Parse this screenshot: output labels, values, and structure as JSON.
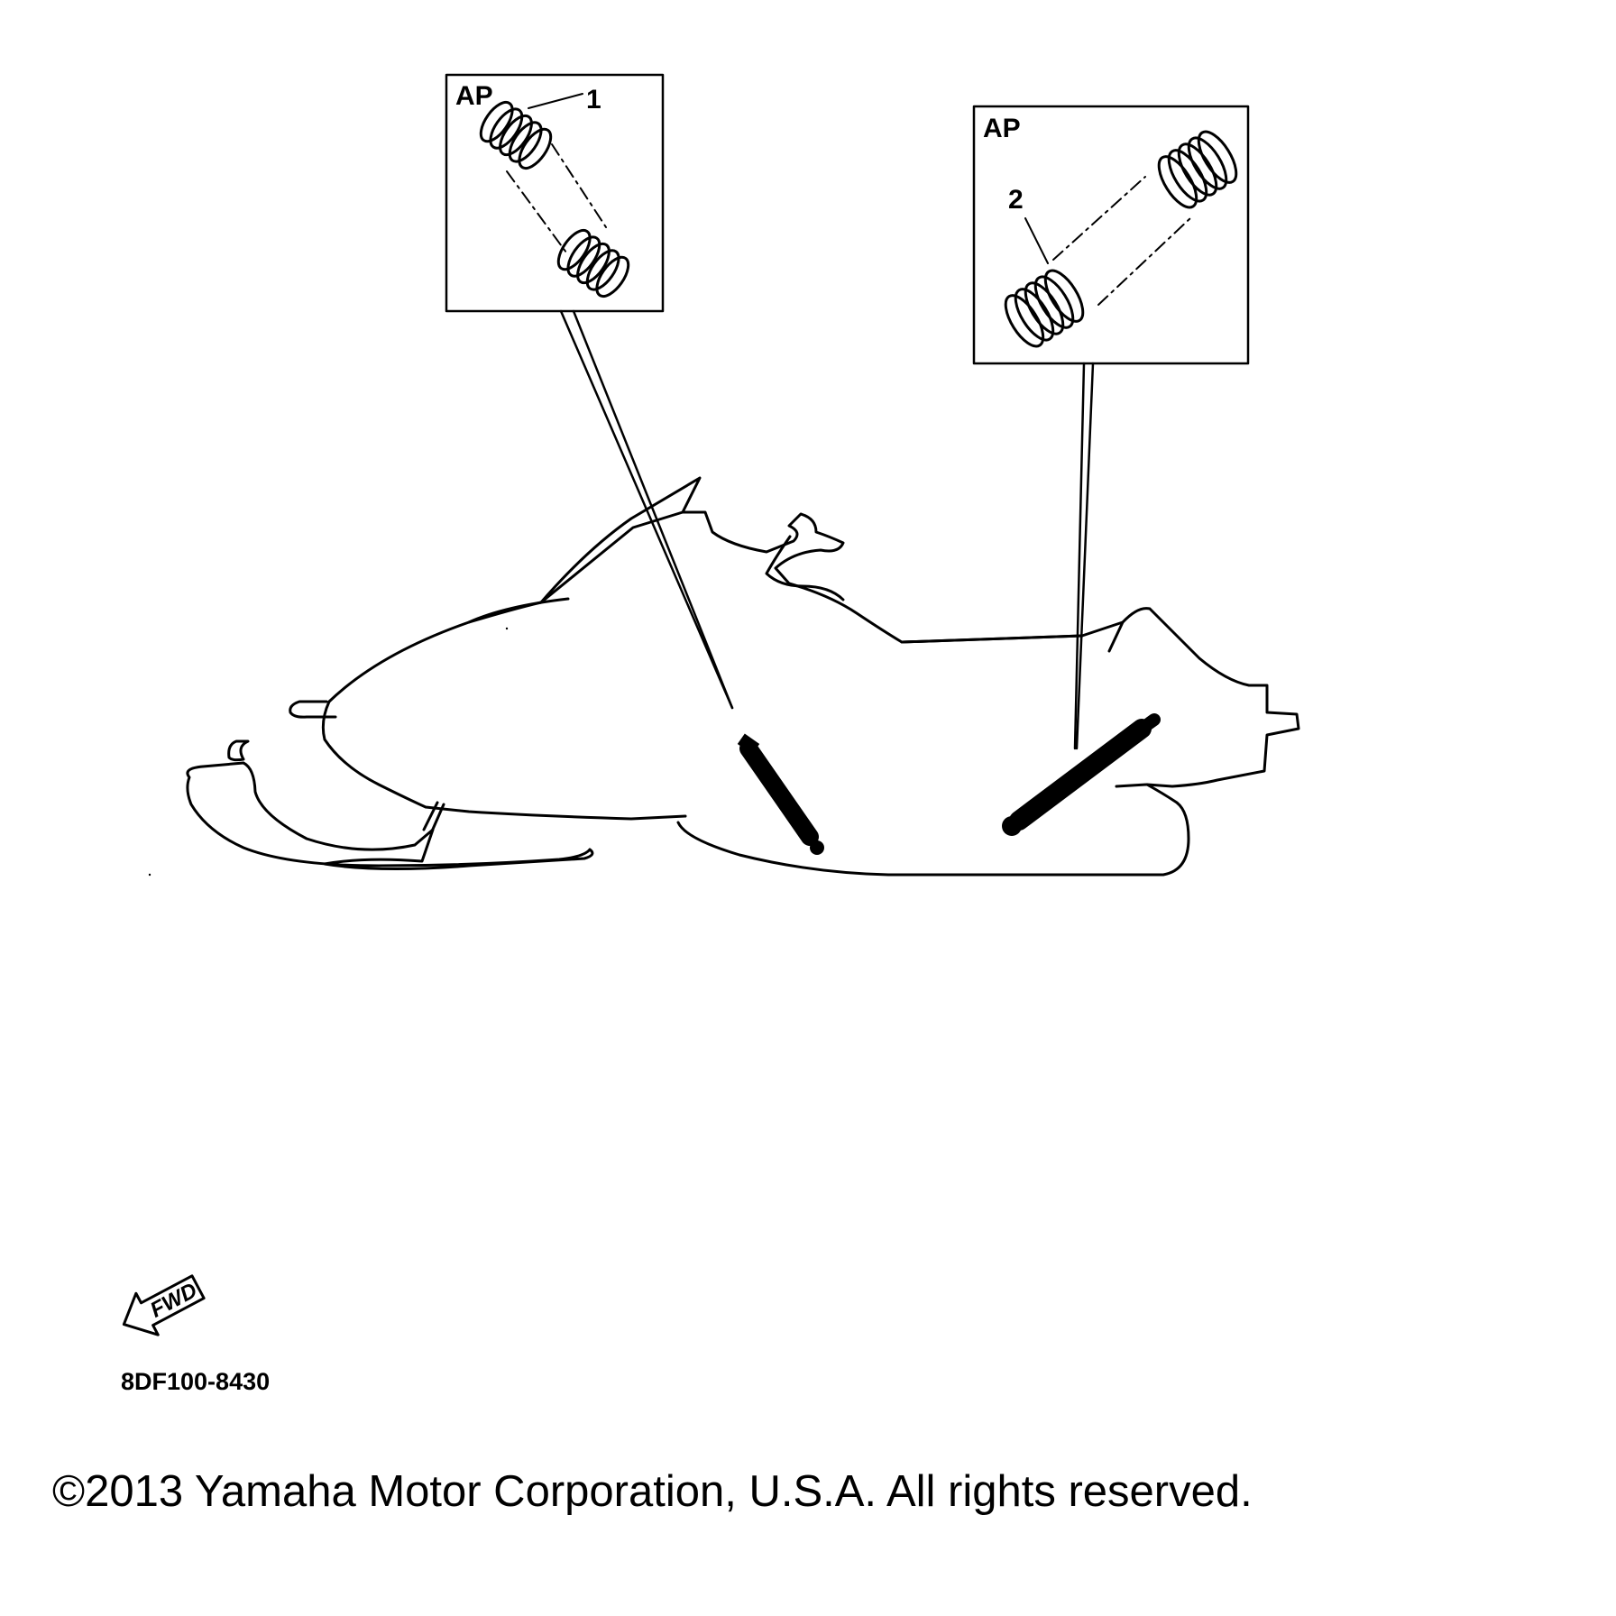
{
  "inset_left": {
    "label": "AP",
    "callout": "1"
  },
  "inset_right": {
    "label": "AP",
    "callout": "2"
  },
  "direction_arrow": {
    "label": "FWD",
    "icon": "forward-arrow-icon"
  },
  "diagram_code": "8DF100-8430",
  "copyright": "©2013 Yamaha Motor Corporation, U.S.A. All rights reserved.",
  "colors": {
    "ink": "#000000",
    "background": "#ffffff"
  }
}
